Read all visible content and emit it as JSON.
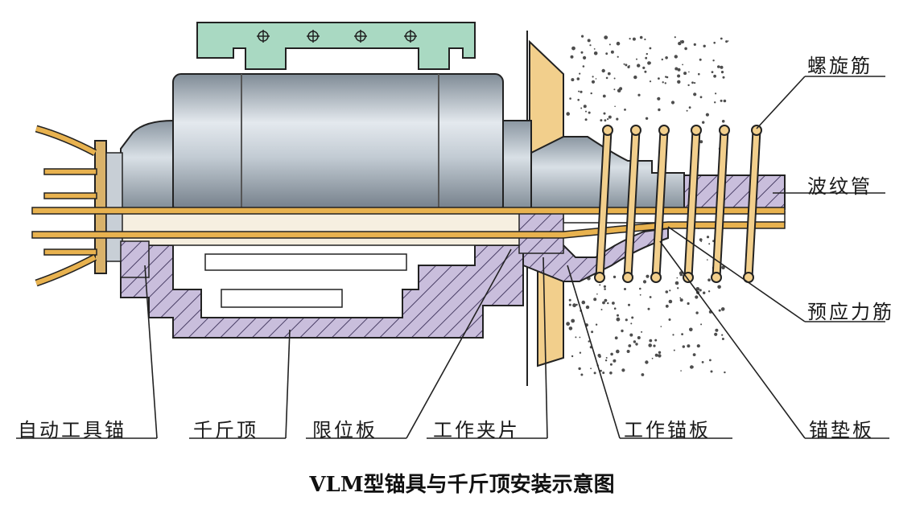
{
  "title": "VLM型锚具与千斤顶安装示意图",
  "labels": {
    "spiral_bar": "螺旋筋",
    "corrugated_pipe": "波纹管",
    "prestressing_tendon": "预应力筋",
    "auto_tool_anchor": "自动工具锚",
    "jack": "千斤顶",
    "limit_plate": "限位板",
    "work_clip": "工作夹片",
    "work_anchor_plate": "工作锚板",
    "anchor_pad_plate": "锚垫板"
  },
  "colors": {
    "steel": "#b9c3cc",
    "steel_dark": "#7f8b96",
    "hatch_fill": "#c9bedc",
    "handle": "#a9d9c2",
    "tendon": "#e8b24f",
    "pad": "#f2cf8c",
    "concrete": "#5a5a5a",
    "line": "#222222"
  }
}
